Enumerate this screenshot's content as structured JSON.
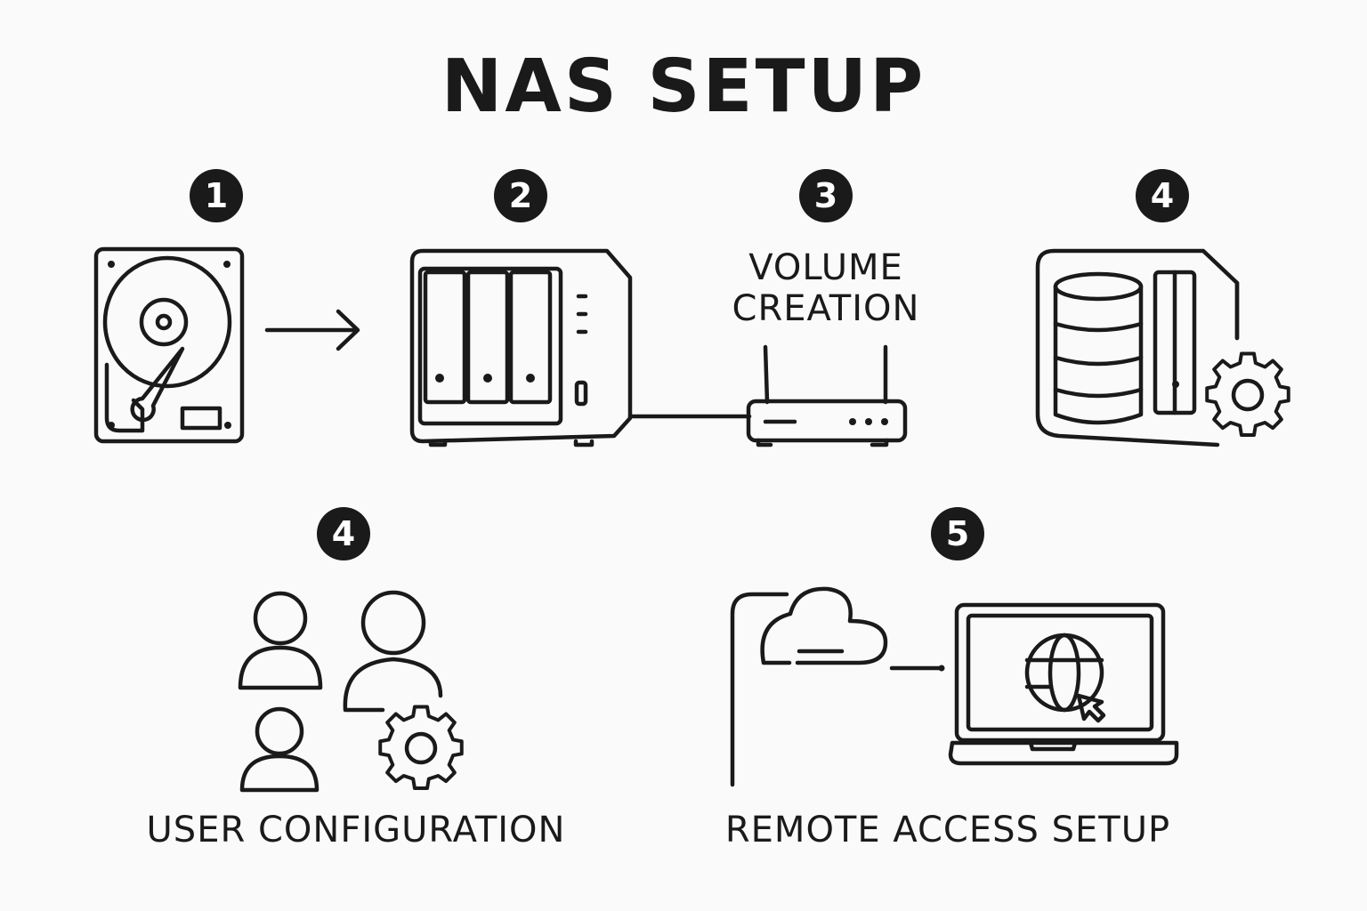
{
  "title": "NAS SETUP",
  "steps": [
    {
      "number": "1",
      "icon": "hard-drive-icon"
    },
    {
      "number": "2",
      "icon": "nas-device-icon"
    },
    {
      "number": "3",
      "label_line1": "VOLUME",
      "label_line2": "CREATION",
      "icon": "router-icon"
    },
    {
      "number": "4",
      "icon": "storage-settings-icon"
    },
    {
      "number": "4",
      "label": "USER CONFIGURATION",
      "icon": "users-settings-icon"
    },
    {
      "number": "5",
      "label": "REMOTE ACCESS SETUP",
      "icon": "laptop-globe-icon"
    }
  ]
}
